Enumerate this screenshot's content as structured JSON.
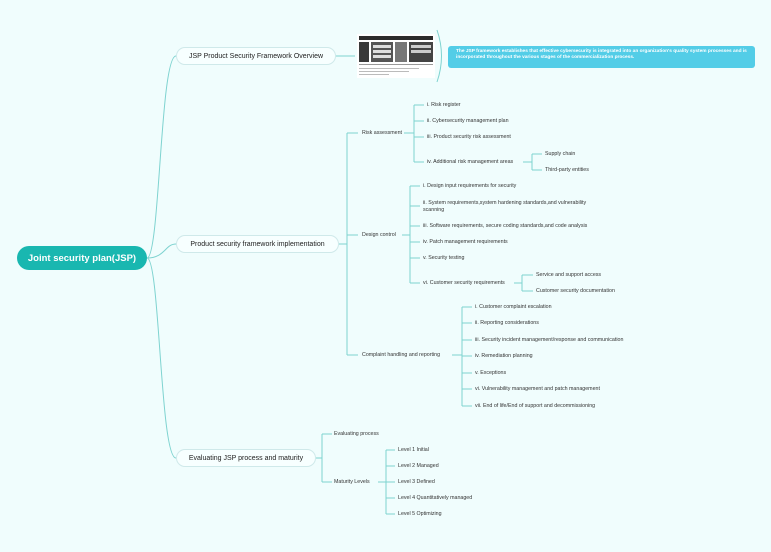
{
  "root": {
    "label": "Joint security plan(JSP)"
  },
  "branches": [
    {
      "label": "JSP Product Security Framework Overview"
    },
    {
      "label": "Product security framework implementation"
    },
    {
      "label": "Evaluating JSP process and maturity"
    }
  ],
  "overview": {
    "callout": "The JSP framework establishes that effective cybersecurity is integrated into an organization's quality system processes and is incorporated throughout the various stages of the commercialization process."
  },
  "implementation": {
    "risk": {
      "label": "Risk assessment",
      "items": [
        "i. Risk register",
        "ii. Cybersecurity management plan",
        "iii. Product security risk assessment",
        "iv. Additional risk management areas"
      ],
      "subitems": [
        "Supply chain",
        "Third-party entities"
      ]
    },
    "design": {
      "label": "Design control",
      "items": [
        "i. Design input requirements for security",
        "ii. System requirements,system hardening standards,and  vulnerability scanning",
        "iii. Software requirements, secure coding standards,and code analysis",
        "iv. Patch management requirements",
        "v. Security testing",
        "vi. Customer security requirements"
      ],
      "subitems": [
        "Service and support access",
        "Customer security documentation"
      ]
    },
    "complaint": {
      "label": "Complaint handling and reporting",
      "items": [
        "i. Customer complaint escalation",
        "ii. Reporting considerations",
        "iii. Security incident management/response and communication",
        "iv. Remediation planning",
        "v. Exceptions",
        "vi. Vulnerability management and patch management",
        "vii. End of life/End of support and decommissioning"
      ]
    }
  },
  "evaluation": {
    "items": [
      "Evaluating process",
      "Maturity Levels"
    ],
    "levels": [
      "Level 1 Initial",
      "Level 2 Managed",
      "Level 3 Defined",
      "Level 4 Quantitatively managed",
      "Level 5  Optimizing"
    ]
  },
  "colors": {
    "accent": "#19b7b0",
    "line": "#7ed3d0",
    "callout": "#53cde7"
  }
}
